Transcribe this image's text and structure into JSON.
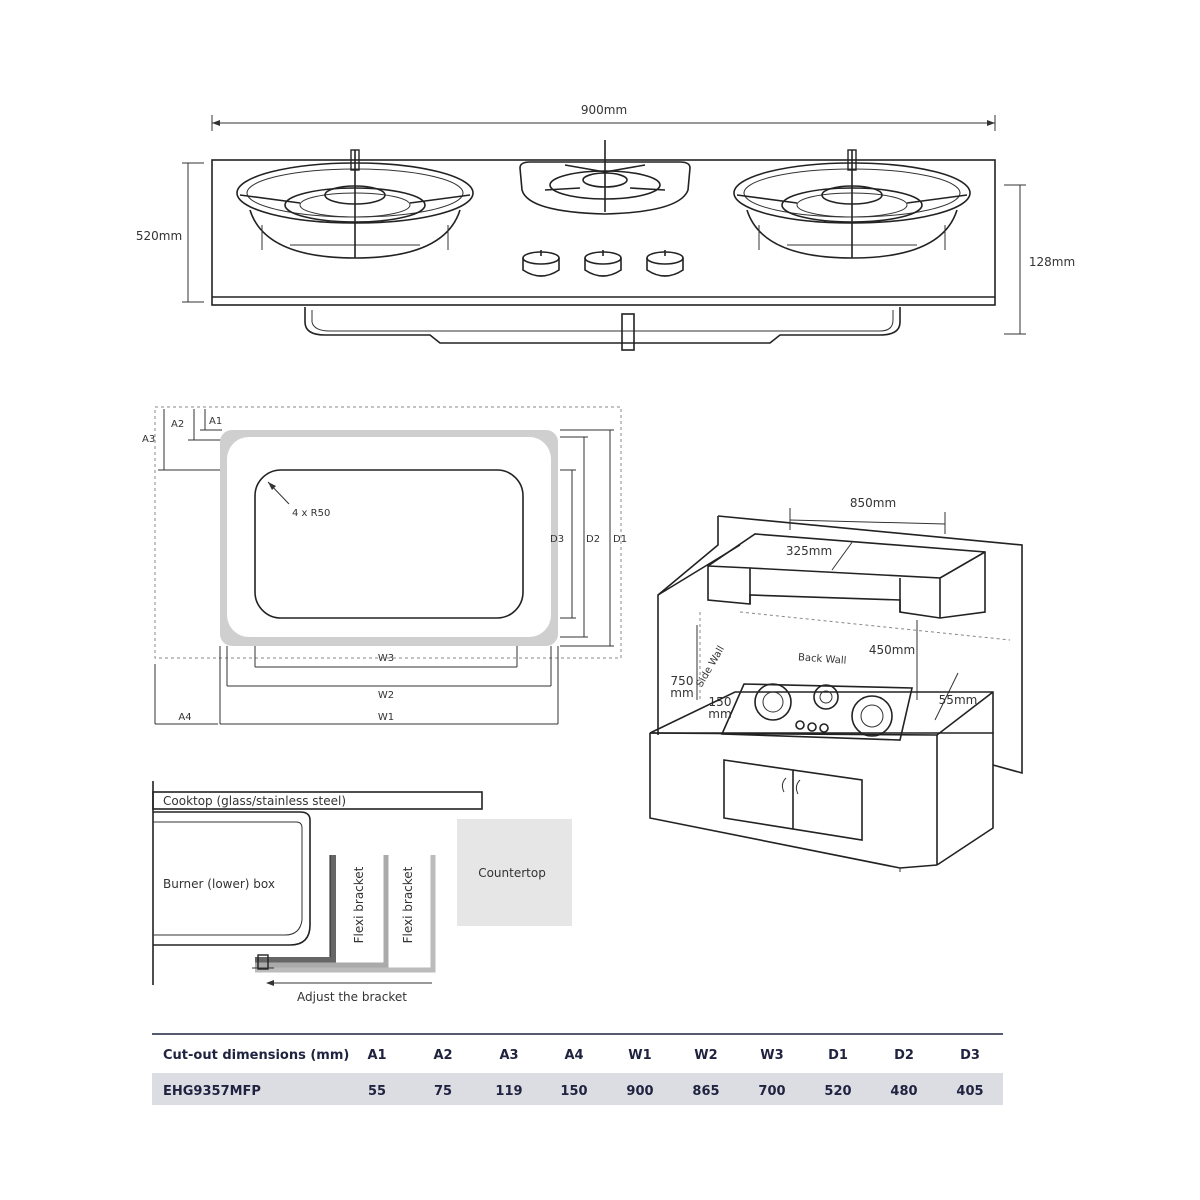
{
  "top_view": {
    "width_label": "900mm",
    "depth_label": "520mm",
    "height_label": "128mm"
  },
  "cutout": {
    "a1": "A1",
    "a2": "A2",
    "a3": "A3",
    "a4": "A4",
    "radius_label": "4 x R50",
    "d3": "D3",
    "d2": "D2",
    "d1": "D1",
    "w3": "W3",
    "w2": "W2",
    "w1": "W1"
  },
  "installation": {
    "width_label": "850mm",
    "depth_label": "325mm",
    "back_wall": "Back Wall",
    "side_wall": "Side Wall",
    "height_hood": "450mm",
    "height_side_1": "750",
    "height_side_2": "mm",
    "side_gap_1": "150",
    "side_gap_2": "mm",
    "back_gap": "55mm"
  },
  "section": {
    "cooktop": "Cooktop (glass/stainless steel)",
    "burner_box": "Burner (lower) box",
    "flexi_1": "Flexi bracket",
    "flexi_2": "Flexi bracket",
    "countertop": "Countertop",
    "adjust": "Adjust the bracket"
  },
  "table": {
    "header": [
      "Cut-out dimensions (mm)",
      "A1",
      "A2",
      "A3",
      "A4",
      "W1",
      "W2",
      "W3",
      "D1",
      "D2",
      "D3"
    ],
    "row": [
      "EHG9357MFP",
      "55",
      "75",
      "119",
      "150",
      "900",
      "865",
      "700",
      "520",
      "480",
      "405"
    ]
  }
}
